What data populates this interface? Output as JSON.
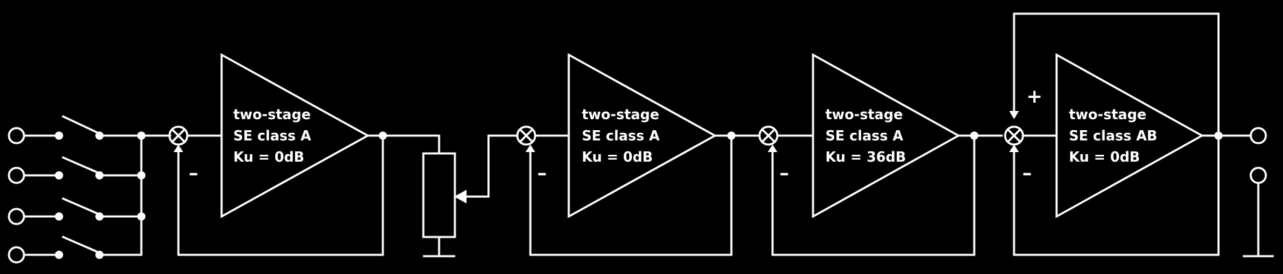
{
  "stages": [
    {
      "line1": "two-stage",
      "line2": "SE class A",
      "line3": "Ku = 0dB"
    },
    {
      "line1": "two-stage",
      "line2": "SE class A",
      "line3": "Ku = 0dB"
    },
    {
      "line1": "two-stage",
      "line2": "SE class A",
      "line3": "Ku = 36dB"
    },
    {
      "line1": "two-stage",
      "line2": "SE class AB",
      "line3": "Ku = 0dB"
    }
  ],
  "signs": {
    "minus": "–",
    "plus": "+"
  }
}
